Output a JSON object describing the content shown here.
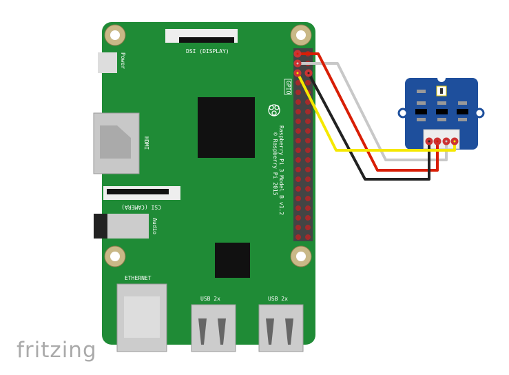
{
  "board": {
    "name": "Raspberry Pi 3 Model B v1.2",
    "copyright": "© Raspberry Pi 2015",
    "color": "#1f8b36",
    "labels": {
      "dsi": "DSI (DISPLAY)",
      "power": "Power",
      "hdmi": "HDMI",
      "csi": "CSI (CAMERA)",
      "audio": "Audio",
      "ethernet": "ETHERNET",
      "usb1": "USB 2x",
      "usb2": "USB 2x",
      "gpio": "GPIO"
    }
  },
  "sensor": {
    "color": "#1e4f9c"
  },
  "wires": [
    {
      "name": "red",
      "color": "#d81e05"
    },
    {
      "name": "white",
      "color": "#c8c8c8"
    },
    {
      "name": "yellow",
      "color": "#f5e800"
    },
    {
      "name": "black",
      "color": "#222222"
    }
  ],
  "brand": "fritzing"
}
